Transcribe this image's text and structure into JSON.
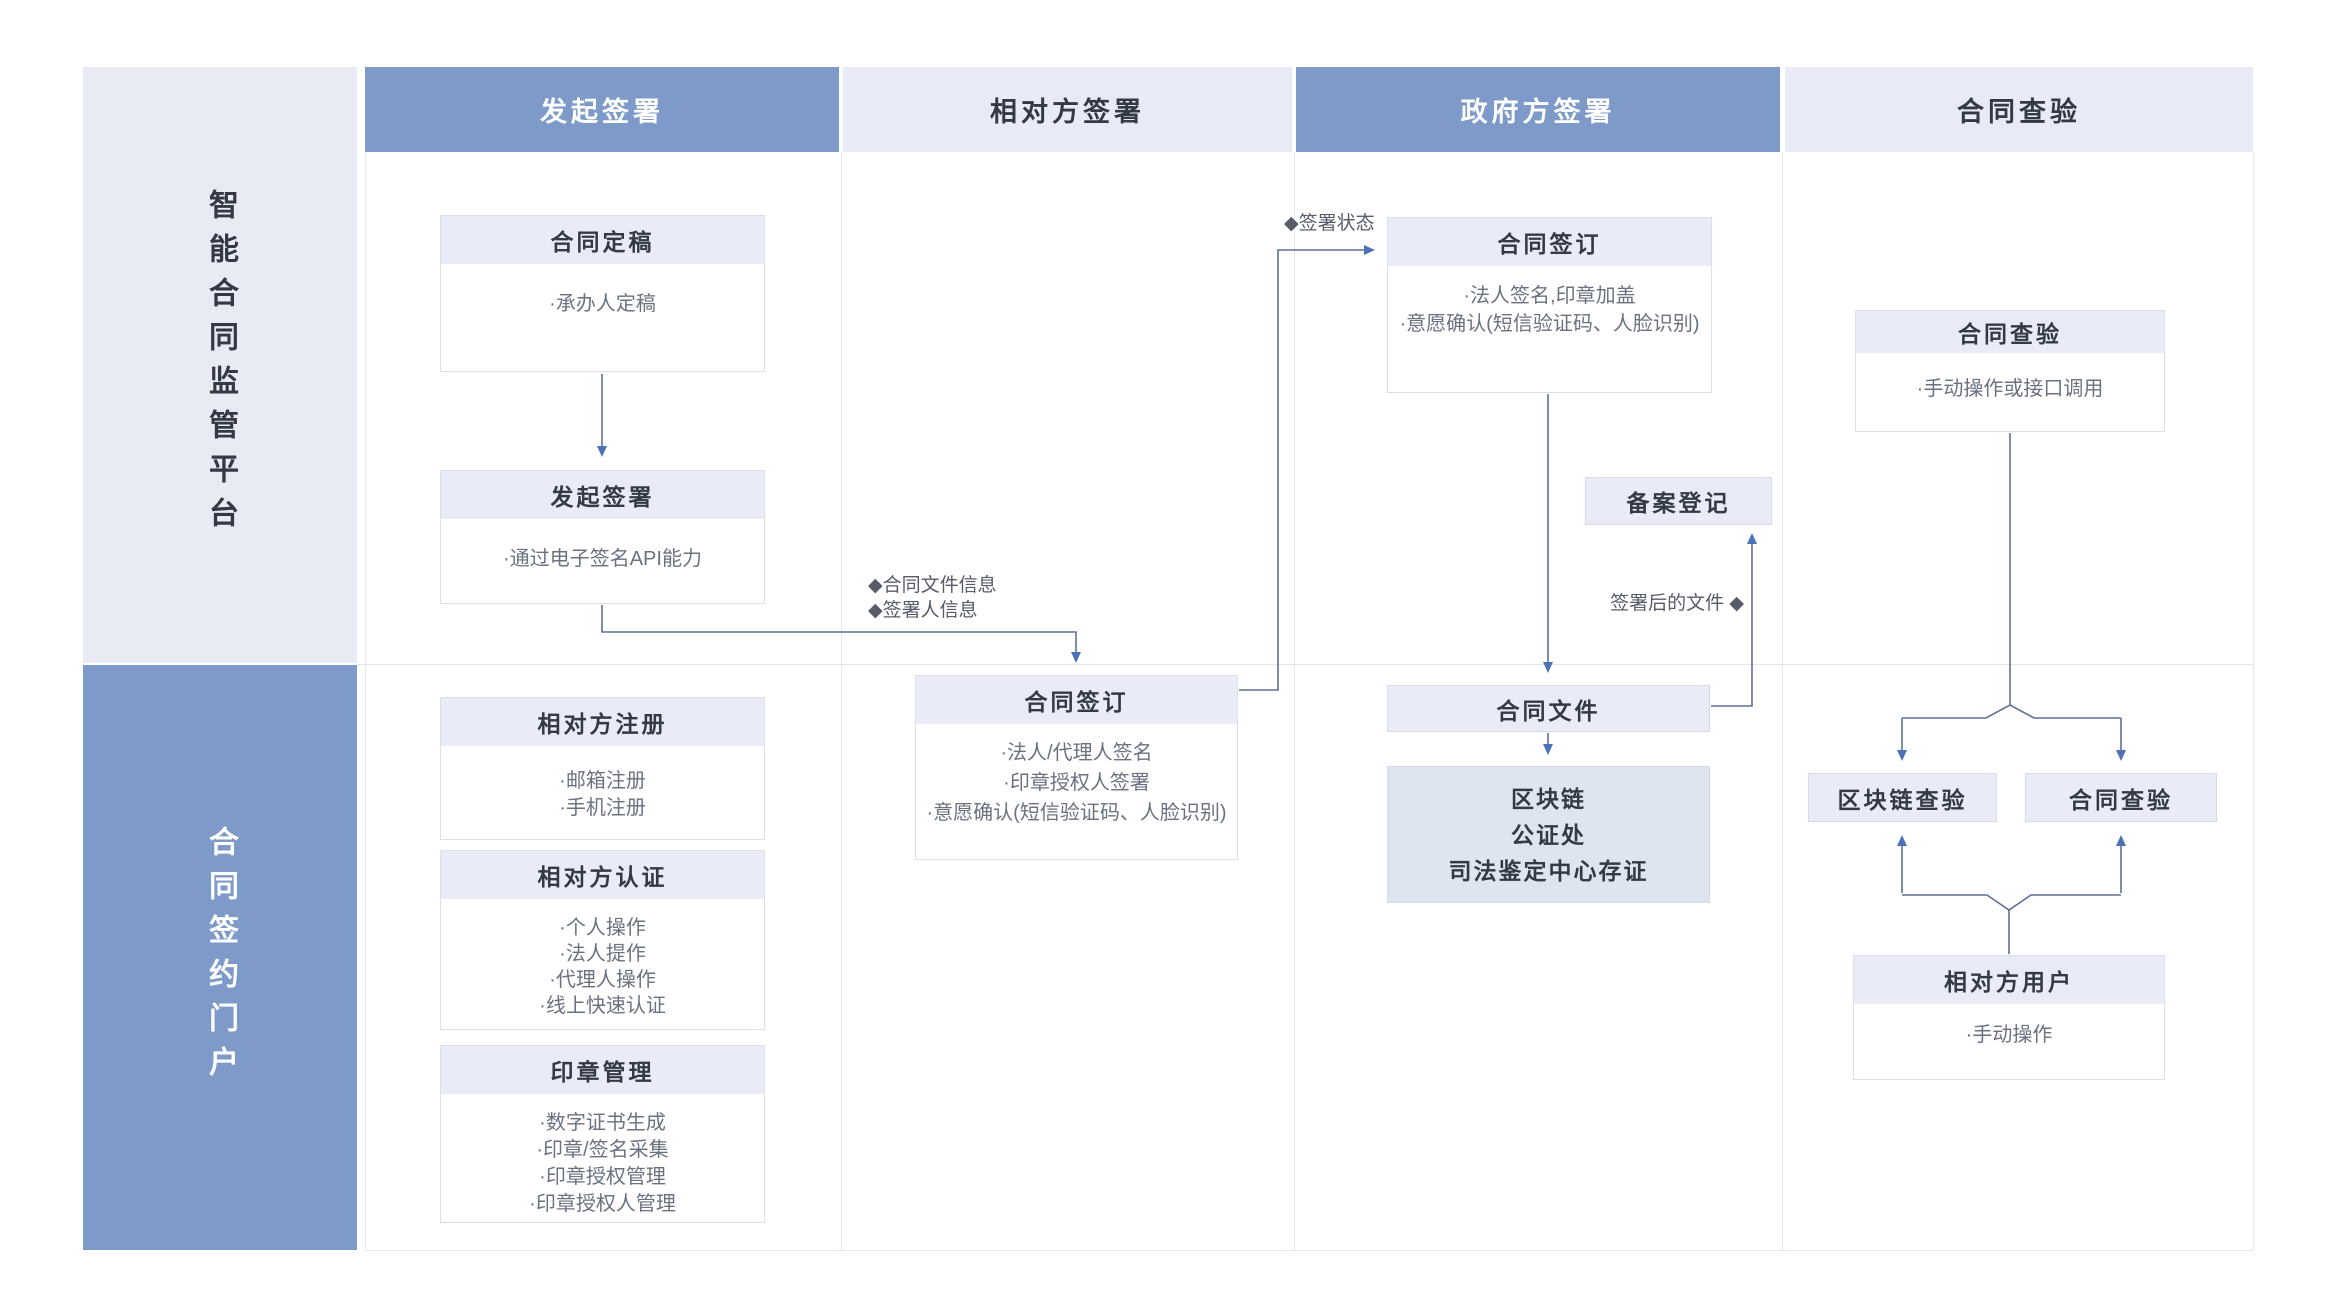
{
  "lanes": {
    "rows": [
      {
        "label": "智能合同监管平台"
      },
      {
        "label": "合同签约门户"
      }
    ],
    "columns": [
      {
        "label": "发起签署"
      },
      {
        "label": "相对方签署"
      },
      {
        "label": "政府方签署"
      },
      {
        "label": "合同查验"
      }
    ]
  },
  "nodes": {
    "contract_draft": {
      "title": "合同定稿",
      "items": [
        "·承办人定稿"
      ]
    },
    "initiate_sign": {
      "title": "发起签署",
      "items": [
        "·通过电子签名API能力"
      ]
    },
    "gov_contract_sign": {
      "title": "合同签订",
      "items": [
        "·法人签名,印章加盖",
        "·意愿确认(短信验证码、人脸识别)"
      ]
    },
    "contract_verify_main": {
      "title": "合同查验",
      "items": [
        "·手动操作或接口调用"
      ]
    },
    "counterparty_sign": {
      "title": "合同签订",
      "items": [
        "·法人/代理人签名",
        "·印章授权人签署",
        "·意愿确认(短信验证码、人脸识别)"
      ]
    },
    "counterparty_register": {
      "title": "相对方注册",
      "items": [
        "·邮箱注册",
        "·手机注册"
      ]
    },
    "counterparty_auth": {
      "title": "相对方认证",
      "items": [
        "·个人操作",
        "·法人提作",
        "·代理人操作",
        "·线上快速认证"
      ]
    },
    "seal_mgmt": {
      "title": "印章管理",
      "items": [
        "·数字证书生成",
        "·印章/签名采集",
        "·印章授权管理",
        "·印章授权人管理"
      ]
    },
    "contract_file": {
      "title": "合同文件"
    },
    "evidence_store": {
      "lines": [
        "区块链",
        "公证处",
        "司法鉴定中心存证"
      ]
    },
    "record_register": {
      "title": "备案登记"
    },
    "blockchain_verify": {
      "title": "区块链查验"
    },
    "contract_verify_small": {
      "title": "合同查验"
    },
    "counterparty_user": {
      "title": "相对方用户",
      "items": [
        "·手动操作"
      ]
    }
  },
  "edge_labels": {
    "sign_status": "◆签署状态",
    "contract_file_info": "◆合同文件信息",
    "signer_info": "◆签署人信息",
    "signed_file": "签署后的文件 ◆"
  },
  "colors": {
    "lane_blue": "#7e9ac9",
    "lane_light": "#e8ebf5",
    "node_header_fill": "#e9ecf6",
    "node_border": "#dcdfe9",
    "evidence_fill": "#dfe4f1",
    "wire": "#5f7094",
    "arrowhead": "#4b71b7",
    "text_dark": "#333a45",
    "text_gray": "#6a7280"
  }
}
